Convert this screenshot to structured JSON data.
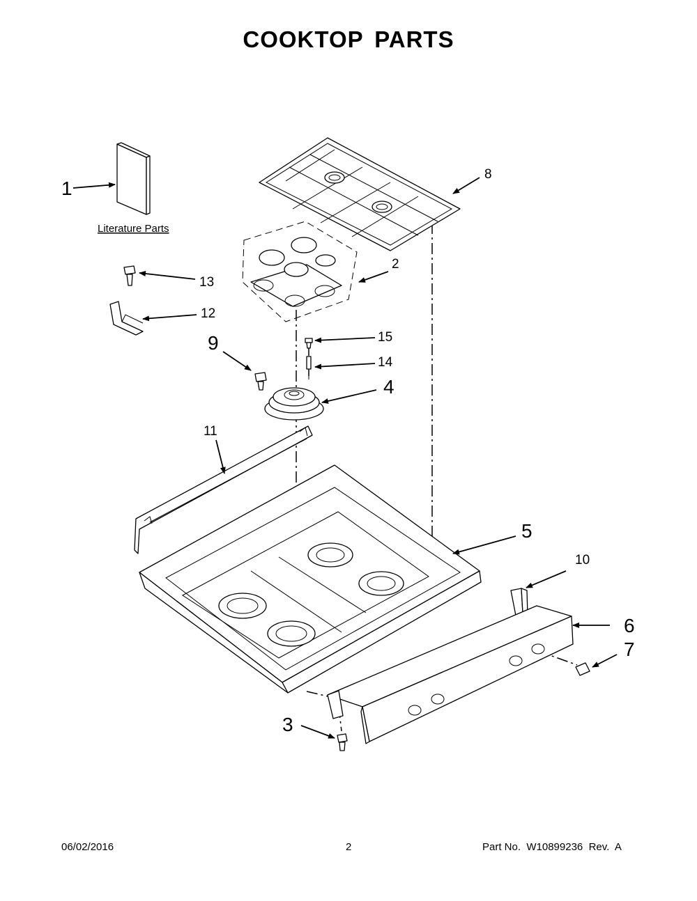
{
  "title": "COOKTOP PARTS",
  "literature_label": "Literature Parts",
  "callouts": {
    "c1": "1",
    "c2": "2",
    "c3": "3",
    "c4": "4",
    "c5": "5",
    "c6": "6",
    "c7": "7",
    "c8": "8",
    "c9": "9",
    "c10": "10",
    "c11": "11",
    "c12": "12",
    "c13": "13",
    "c14": "14",
    "c15": "15"
  },
  "footer": {
    "date": "06/02/2016",
    "page": "2",
    "part_no": "Part No.  W10899236  Rev.  A"
  }
}
